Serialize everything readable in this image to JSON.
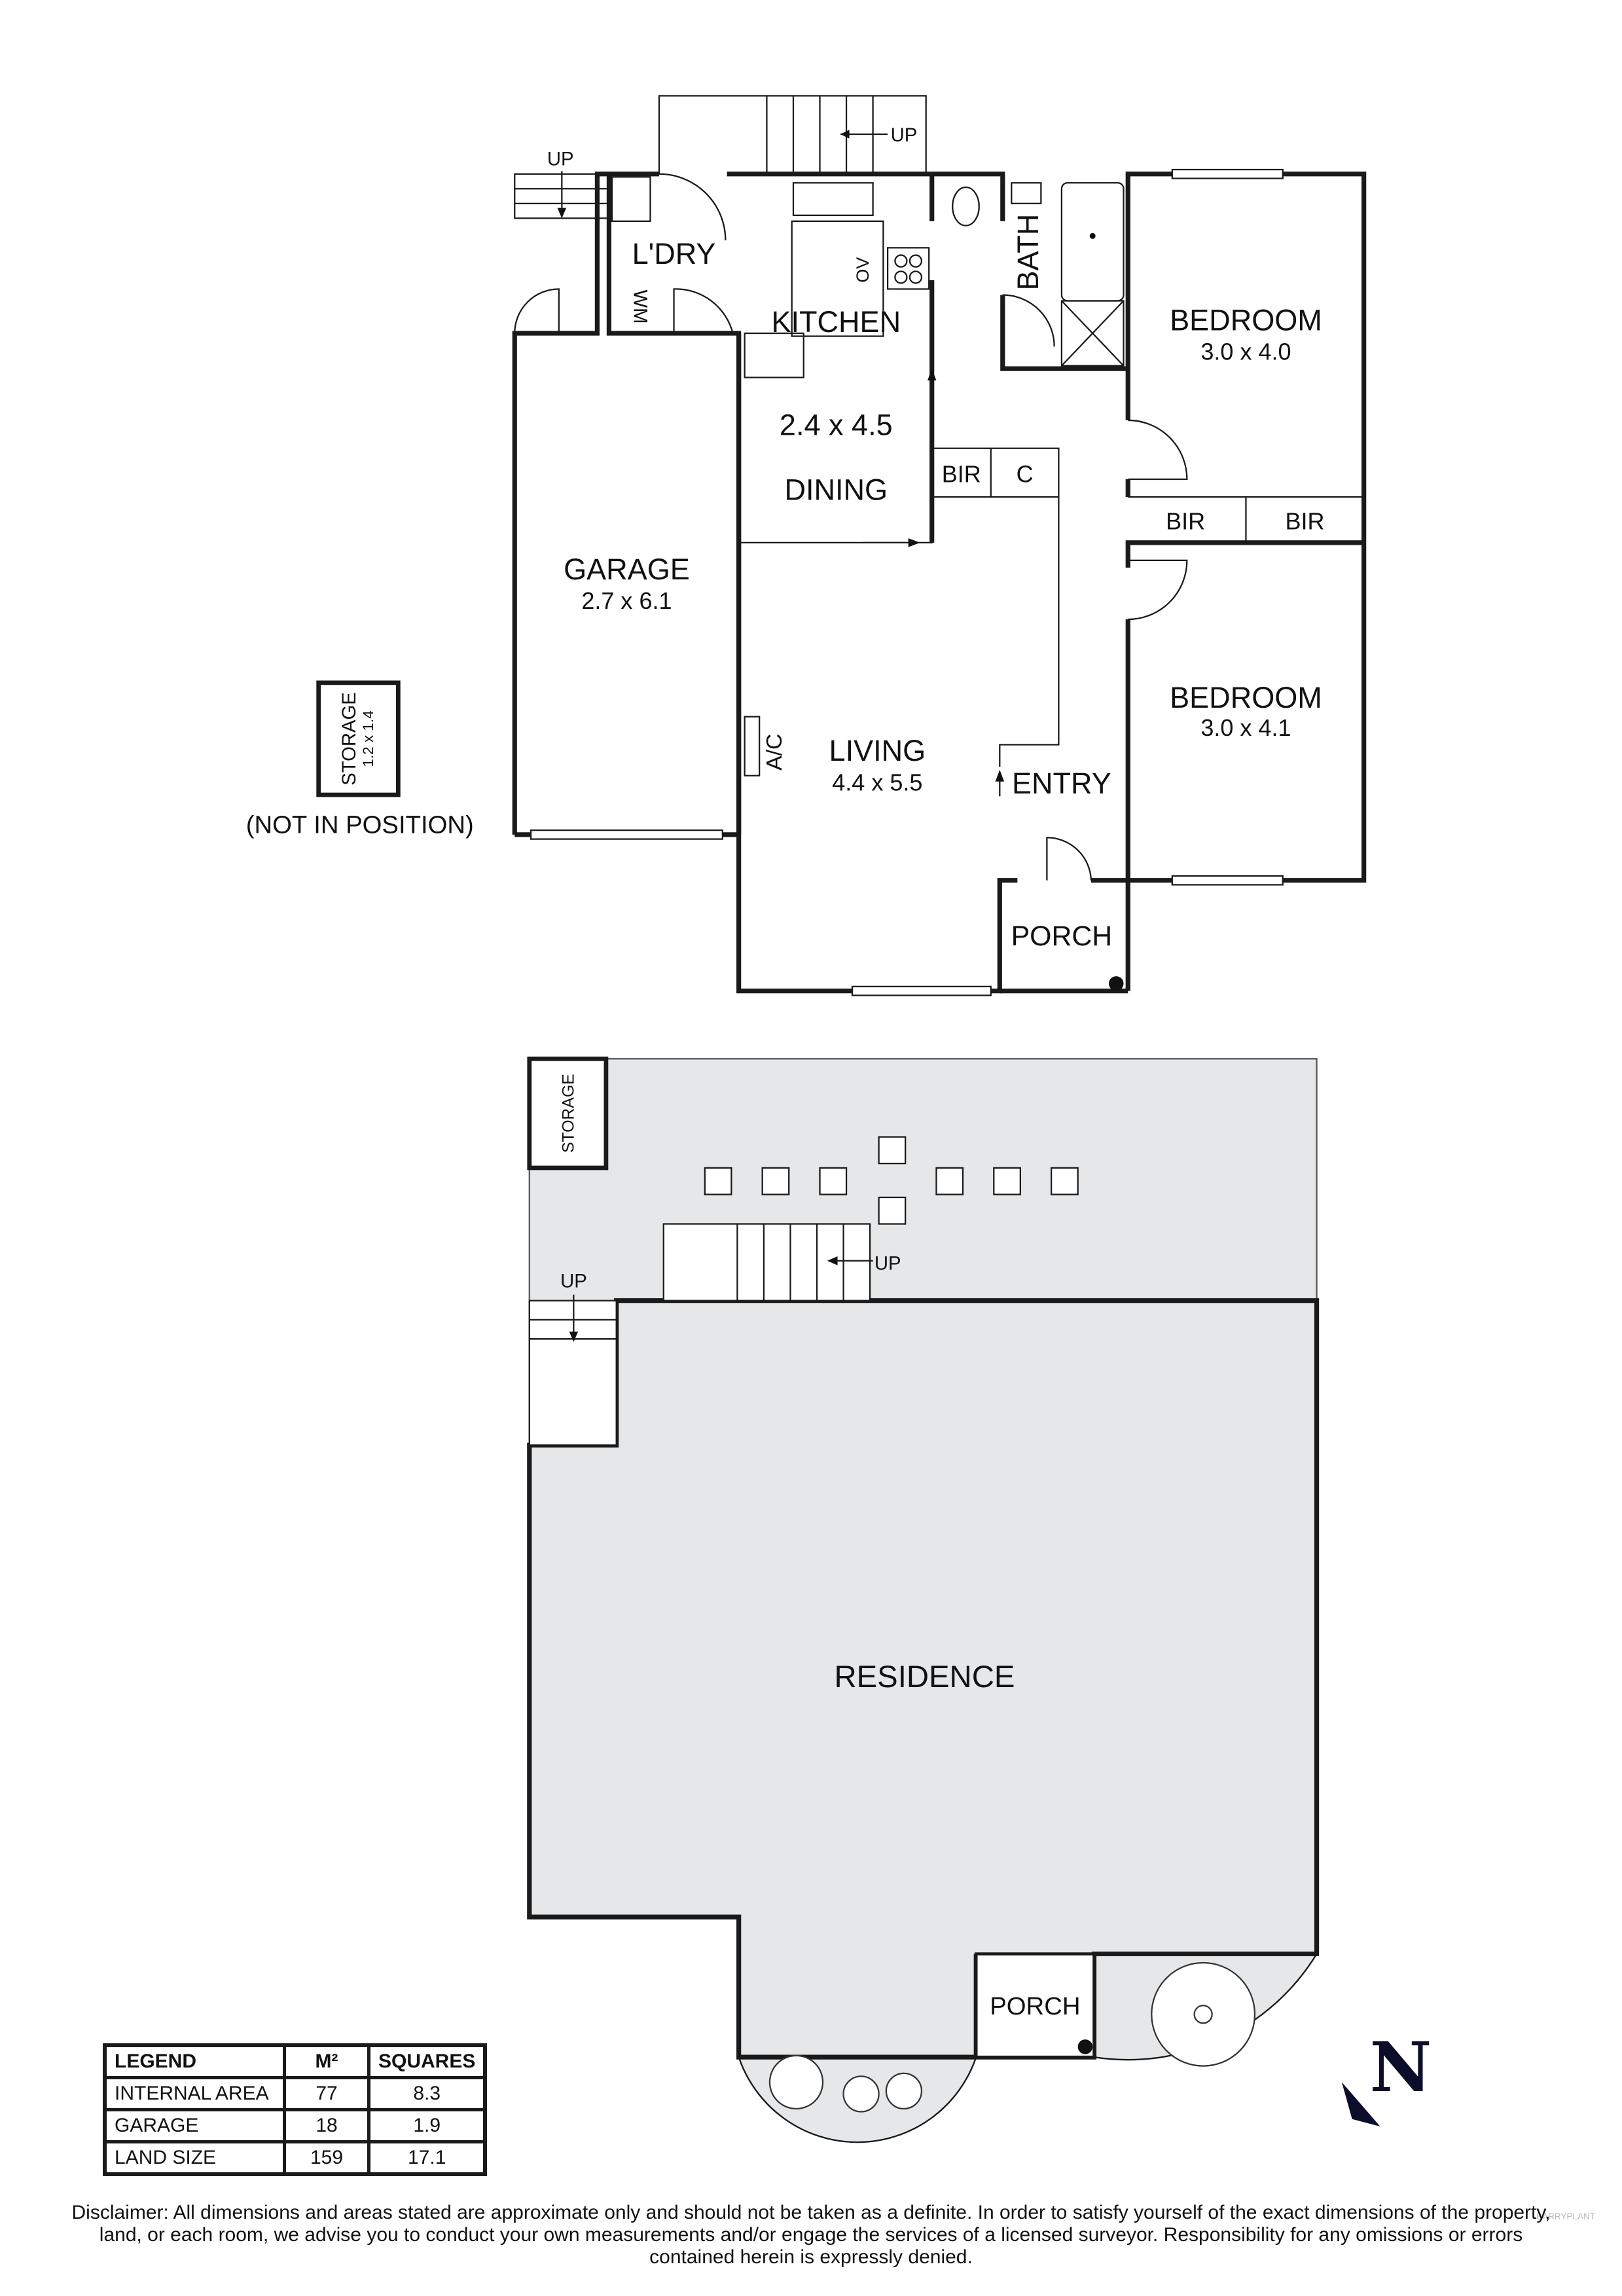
{
  "floor_plan": {
    "rooms": {
      "garage": {
        "name": "GARAGE",
        "size": "2.7 x 6.1"
      },
      "laundry": {
        "name": "L'DRY"
      },
      "washing_machine": "WM",
      "kitchen": {
        "name": "KITCHEN",
        "size": "2.4 x 4.5"
      },
      "oven": "OV",
      "dining": {
        "name": "DINING"
      },
      "bath": {
        "name": "BATH"
      },
      "bedroom1": {
        "name": "BEDROOM",
        "size": "3.0 x 4.0"
      },
      "bedroom2": {
        "name": "BEDROOM",
        "size": "3.0 x 4.1"
      },
      "bir1": "BIR",
      "linen": "C",
      "bir2": "BIR",
      "bir3": "BIR",
      "living": {
        "name": "LIVING",
        "size": "4.4 x 5.5"
      },
      "ac": "A/C",
      "entry": {
        "name": "ENTRY"
      },
      "porch": {
        "name": "PORCH"
      }
    },
    "stairs_up_1": "UP",
    "stairs_up_2": "UP",
    "storage": {
      "name": "STORAGE",
      "size": "1.2 x 1.4",
      "note": "(NOT IN POSITION)"
    }
  },
  "site_plan": {
    "storage": "STORAGE",
    "stairs_up_1": "UP",
    "stairs_up_2": "UP",
    "residence": "RESIDENCE",
    "porch": "PORCH",
    "fill_color": "#e6e7e8"
  },
  "north_label": "N",
  "legend": {
    "headers": [
      "LEGEND",
      "M²",
      "SQUARES"
    ],
    "rows": [
      [
        "INTERNAL AREA",
        "77",
        "8.3"
      ],
      [
        "GARAGE",
        "18",
        "1.9"
      ],
      [
        "LAND SIZE",
        "159",
        "17.1"
      ]
    ]
  },
  "disclaimer": "Disclaimer: All dimensions and areas stated are approximate only and should not be taken as a definite. In order to satisfy yourself of the exact dimensions of the property, land, or each room, we advise you to conduct your own measurements and/or engage the services of a licensed surveyor. Responsibility for any omissions or errors contained herein is expressly denied.",
  "watermark": "BARRYPLANT"
}
